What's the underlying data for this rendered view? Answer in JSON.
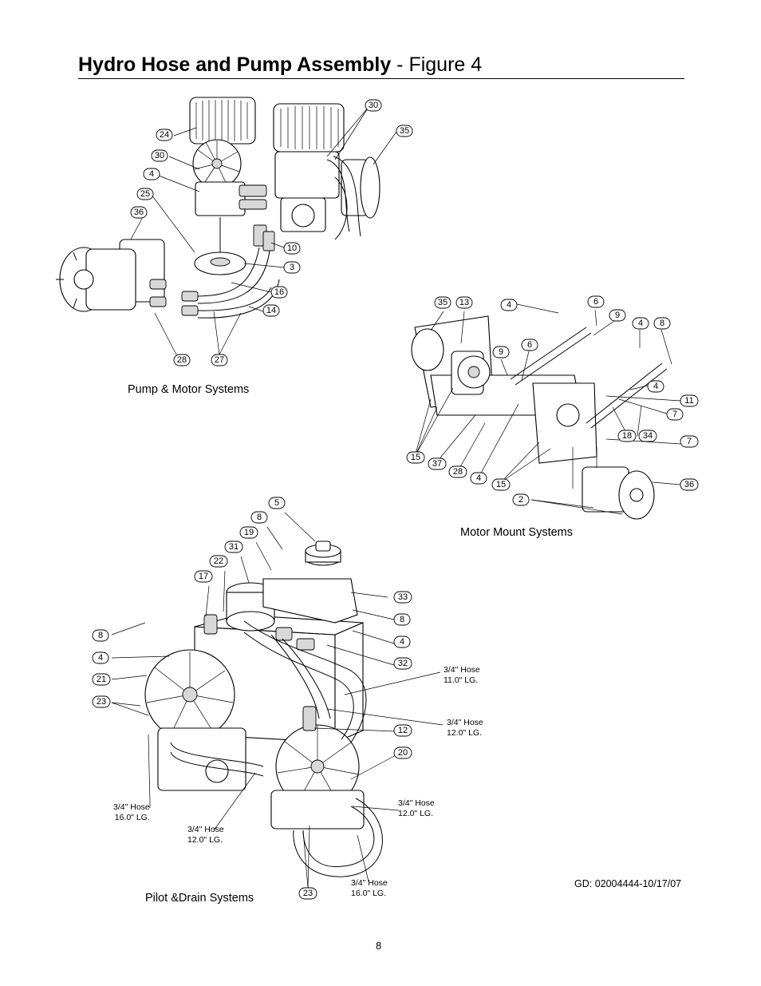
{
  "page": {
    "title_bold": "Hydro Hose and Pump Assembly",
    "title_rest": " - Figure 4",
    "page_number": "8",
    "doc_id": "GD: 02004444-10/17/07"
  },
  "captions": {
    "pump_motor": "Pump & Motor Systems",
    "motor_mount": "Motor Mount Systems",
    "pilot_drain": "Pilot &Drain Systems"
  },
  "hose_notes": [
    {
      "line1": "3/4\" Hose",
      "line2": "11.0\" LG."
    },
    {
      "line1": "3/4\" Hose",
      "line2": "12.0\" LG."
    },
    {
      "line1": "3/4\" Hose",
      "line2": "16.0\" LG."
    },
    {
      "line1": "3/4\" Hose",
      "line2": "12.0\" LG."
    },
    {
      "line1": "3/4\" Hose",
      "line2": "12.0\" LG."
    },
    {
      "line1": "3/4\" Hose",
      "line2": "16.0\" LG."
    }
  ],
  "callouts": {
    "pump_motor": [
      "24",
      "30",
      "4",
      "25",
      "36",
      "30",
      "35",
      "10",
      "3",
      "16",
      "14",
      "28",
      "27"
    ],
    "motor_mount": [
      "35",
      "13",
      "4",
      "6",
      "9",
      "4",
      "8",
      "9",
      "6",
      "4",
      "11",
      "7",
      "18",
      "34",
      "7",
      "15",
      "37",
      "28",
      "4",
      "15",
      "36",
      "2"
    ],
    "pilot_drain": [
      "5",
      "8",
      "19",
      "31",
      "22",
      "17",
      "33",
      "8",
      "4",
      "32",
      "8",
      "4",
      "21",
      "23",
      "12",
      "20",
      "23"
    ]
  }
}
